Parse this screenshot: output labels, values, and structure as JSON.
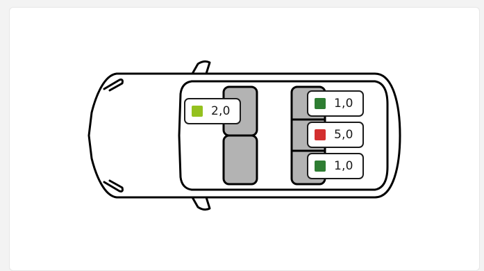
{
  "seats": {
    "front": {
      "value": "2,0",
      "color": "#94c11f",
      "level": "medium-good"
    },
    "rear_left": {
      "value": "1,0",
      "color": "#2e7d32",
      "level": "good"
    },
    "rear_center": {
      "value": "5,0",
      "color": "#d32f2f",
      "level": "poor"
    },
    "rear_right": {
      "value": "1,0",
      "color": "#2e7d32",
      "level": "good"
    }
  },
  "colors": {
    "outline": "#000000",
    "seat_fill": "#b3b3b3",
    "card_background": "#ffffff",
    "page_background": "#f3f3f3"
  }
}
